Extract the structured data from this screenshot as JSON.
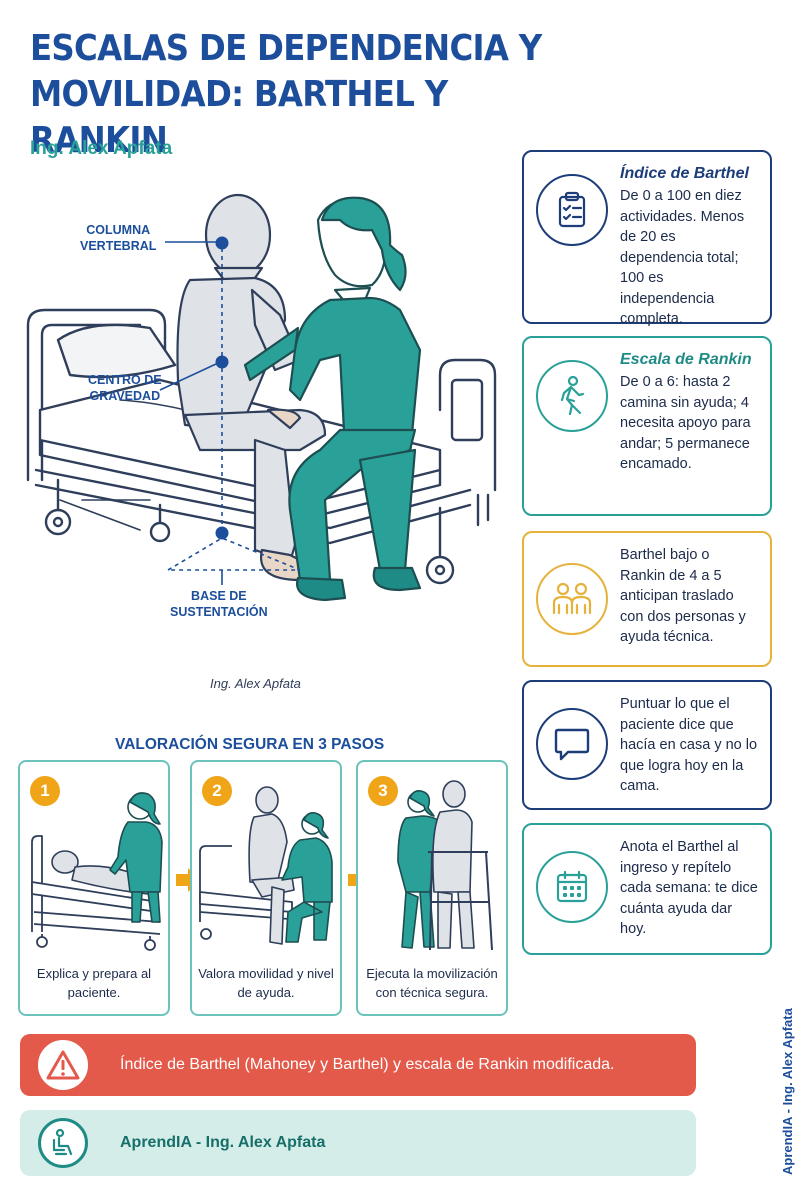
{
  "header": {
    "title_line1": "ESCALAS DE DEPENDENCIA Y",
    "title_line2": "MOVILIDAD: BARTHEL Y RANKIN",
    "author": "Ing. Alex Apfata"
  },
  "illustration": {
    "labels": {
      "spine_1": "COLUMNA",
      "spine_2": "VERTEBRAL",
      "gravity_1": "CENTRO DE",
      "gravity_2": "GRAVEDAD",
      "base_1": "BASE DE",
      "base_2": "SUSTENTACIÓN"
    },
    "credit": "Ing. Alex Apfata"
  },
  "cards": [
    {
      "icon": "clipboard-icon",
      "title": "Índice de Barthel",
      "text": "De 0 a 100 en diez actividades. Menos de 20 es dependencia total; 100 es independencia completa."
    },
    {
      "icon": "walking-person-icon",
      "title": "Escala de Rankin",
      "text": "De 0 a 6: hasta 2 camina sin ayuda; 4 necesita apoyo para andar; 5 permanece encamado."
    },
    {
      "icon": "two-people-icon",
      "text": "Barthel bajo o Rankin de 4 a 5 anticipan traslado con dos personas y ayuda técnica."
    },
    {
      "icon": "speech-bubble-icon",
      "text": "Puntuar lo que el paciente dice que hacía en casa y no lo que logra hoy en la cama."
    },
    {
      "icon": "calendar-icon",
      "text": "Anota el Barthel al ingreso y repítelo cada semana: te dice cuánta ayuda dar hoy."
    }
  ],
  "steps": {
    "title": "VALORACIÓN SEGURA EN 3 PASOS",
    "items": [
      {
        "number": "1",
        "caption": "Explica y prepara al paciente."
      },
      {
        "number": "2",
        "caption": "Valora movilidad y nivel de ayuda."
      },
      {
        "number": "3",
        "caption": "Ejecuta la movilización con técnica segura."
      }
    ]
  },
  "banners": {
    "reference": "Índice de Barthel (Mahoney y Barthel) y escala de Rankin modificada.",
    "brand": "AprendIA - Ing. Alex Apfata"
  },
  "side_text": "AprendIA - Ing. Alex Apfata",
  "colors": {
    "navy": "#1c3d79",
    "teal": "#2aa198",
    "amber": "#e6b23c",
    "alert": "#e35a4b",
    "mint": "#d4ede8"
  }
}
